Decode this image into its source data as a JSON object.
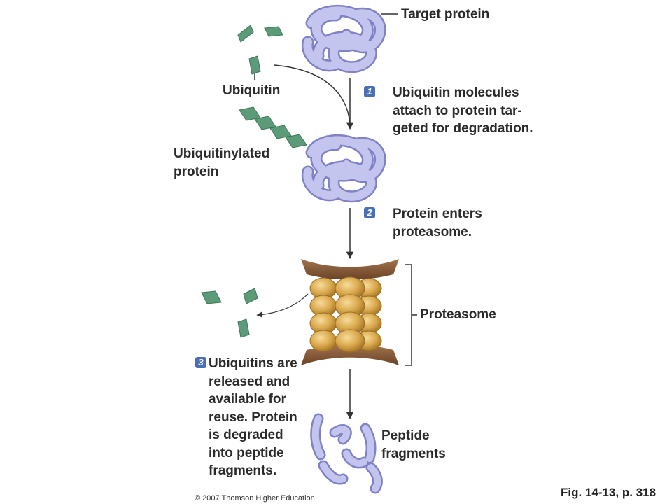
{
  "labels": {
    "target_protein": "Target protein",
    "ubiquitin": "Ubiquitin",
    "ubiquitinylated_protein": "Ubiquitinylated\nprotein",
    "proteasome": "Proteasome",
    "peptide_fragments": "Peptide\nfragments"
  },
  "steps": [
    {
      "number": "1",
      "text": "Ubiquitin molecules\nattach to protein tar-\ngeted for degradation."
    },
    {
      "number": "2",
      "text": "Protein enters\nproteasome."
    },
    {
      "number": "3",
      "text": "Ubiquitins are\nreleased and\navailable for\nreuse. Protein\nis degraded\ninto peptide\nfragments."
    }
  ],
  "footer": {
    "copyright": "© 2007 Thomson Higher Education",
    "figure_ref": "Fig. 14-13, p. 318"
  },
  "colors": {
    "protein_fill": "#b3b5e6",
    "protein_stroke": "#7f82c4",
    "ubiquitin": "#5b9b78",
    "proteasome_ring": "#7d5233",
    "proteasome_bead": "#d9a84c",
    "step_badge": "#4a6fb5",
    "arrow": "#333333"
  }
}
